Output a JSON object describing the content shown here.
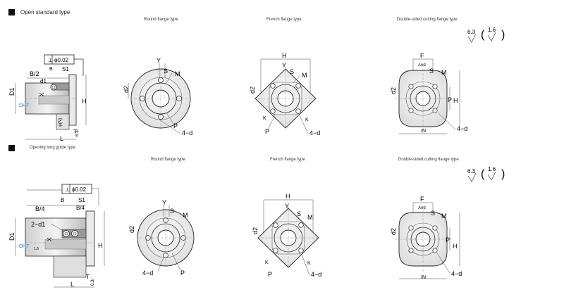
{
  "sections": [
    {
      "title": "Open standard type",
      "captions": {
        "round": "Round flange type",
        "french": "French flange type",
        "double": "Double-sided cutting flange type"
      },
      "side_labels": {
        "tol_frame": "⊥ ϕ0.02",
        "b2": "B/2",
        "b": "B",
        "s1": "S1",
        "d1": "d1",
        "x": "X",
        "D1": "D1",
        "dh7": "DH7",
        "H": "H",
        "L": "L",
        "T": "T",
        "fine_note": "φ(N)",
        "rough": "6.3/"
      },
      "round_labels": {
        "y": "Y",
        "s": "S",
        "m": "M",
        "d2": "d2",
        "p": "P",
        "holes": "4−d"
      },
      "french_labels": {
        "h": "H",
        "y": "Y",
        "s": "S",
        "m": "M",
        "d2": "d2",
        "k1": "K",
        "k2": "K",
        "p": "P",
        "holes": "4−d"
      },
      "double_labels": {
        "f": "F",
        "and": "And",
        "s": "S",
        "m": "M",
        "d2": "d2",
        "p": "P",
        "h": "H",
        "in": "IN",
        "holes": "4−d"
      },
      "roughness": {
        "left": "6.3",
        "right": "1.6"
      }
    },
    {
      "title": "Opening long guide type",
      "captions": {
        "round": "Round flange type",
        "french": "French flange type",
        "double": "Double-sided cutting flange type"
      },
      "side_labels": {
        "tol_frame": "⊥ ϕ0.02",
        "b4a": "B/4",
        "b": "B",
        "s1": "S1",
        "b4b": "B/4",
        "d1": "2−d1",
        "x": "X",
        "D1": "D1",
        "dh7": "DH7",
        "H": "H",
        "L": "L",
        "T": "T",
        "fine_note": "1.6",
        "rough": "6.3/"
      },
      "round_labels": {
        "y": "Y",
        "s": "S",
        "m": "M",
        "d2": "d2",
        "p": "P",
        "holes": "4−d"
      },
      "french_labels": {
        "h": "H",
        "y": "Y",
        "s": "S",
        "m": "M",
        "d2": "d2",
        "k1": "K",
        "k2": "K",
        "p": "P",
        "holes": "4−d"
      },
      "double_labels": {
        "f": "F",
        "and": "And",
        "s": "S",
        "m": "M",
        "d2": "d2",
        "p": "P",
        "h": "H",
        "in": "IN",
        "holes": "4−d"
      },
      "roughness": {
        "left": "6.3",
        "right": "1.6"
      }
    }
  ]
}
